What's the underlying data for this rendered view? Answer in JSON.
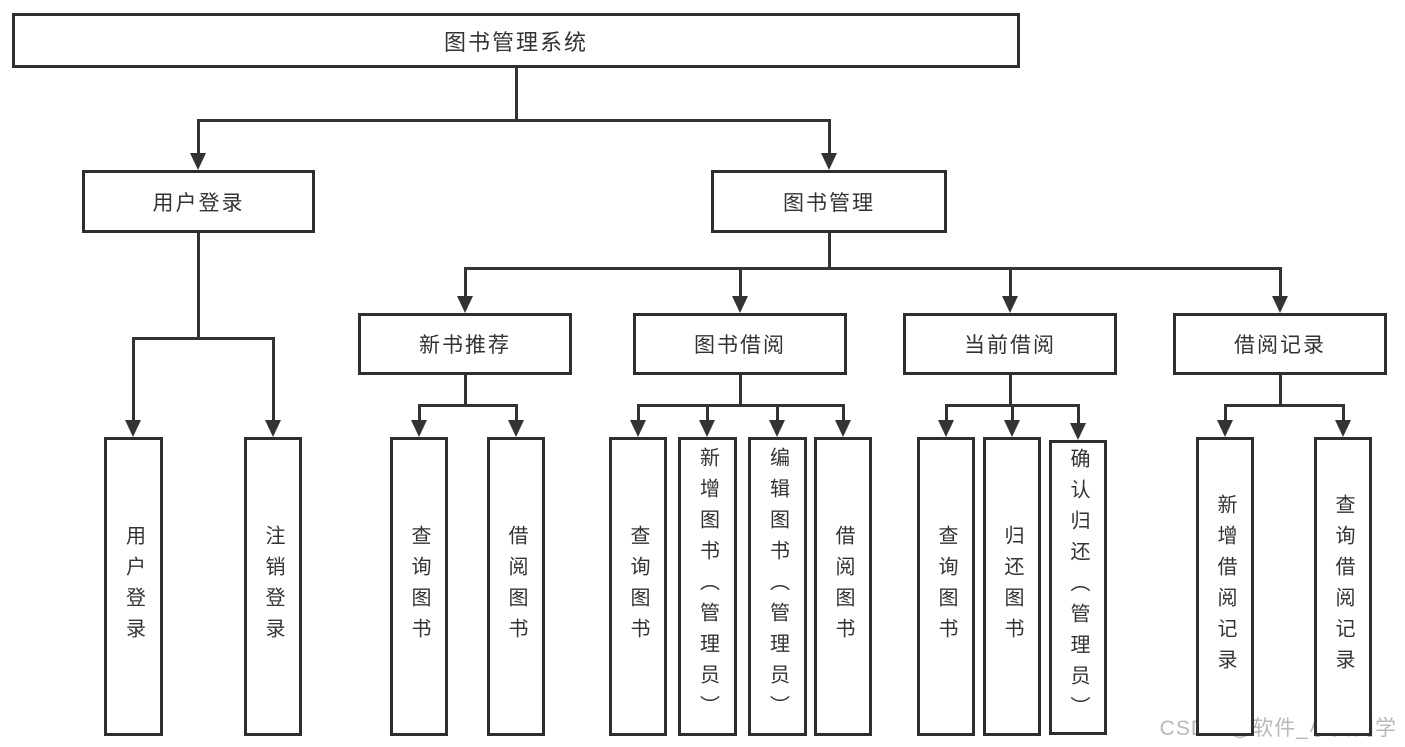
{
  "diagram": {
    "title": "图书管理系统",
    "watermark": "CSDN @软件_小贺同学",
    "colors": {
      "line": "#333333",
      "box_border": "#2e2e2e",
      "box_bg": "#ffffff",
      "text": "#333333",
      "watermark": "#b8b8b8"
    },
    "nodes": [
      {
        "id": "root",
        "label": "图书管理系统",
        "level": 1,
        "parent": null
      },
      {
        "id": "user-login",
        "label": "用户登录",
        "level": 2,
        "parent": "root"
      },
      {
        "id": "book-mgmt",
        "label": "图书管理",
        "level": 2,
        "parent": "root"
      },
      {
        "id": "new-book-rec",
        "label": "新书推荐",
        "level": 3,
        "parent": "book-mgmt"
      },
      {
        "id": "book-borrow",
        "label": "图书借阅",
        "level": 3,
        "parent": "book-mgmt"
      },
      {
        "id": "current-borrow",
        "label": "当前借阅",
        "level": 3,
        "parent": "book-mgmt"
      },
      {
        "id": "borrow-record",
        "label": "借阅记录",
        "level": 3,
        "parent": "book-mgmt"
      },
      {
        "id": "user-login-leaf",
        "label": "用户登录",
        "level": 4,
        "parent": "user-login"
      },
      {
        "id": "logout-leaf",
        "label": "注销登录",
        "level": 4,
        "parent": "user-login"
      },
      {
        "id": "nbr-query",
        "label": "查询图书",
        "level": 4,
        "parent": "new-book-rec"
      },
      {
        "id": "nbr-borrow",
        "label": "借阅图书",
        "level": 4,
        "parent": "new-book-rec"
      },
      {
        "id": "bb-query",
        "label": "查询图书",
        "level": 4,
        "parent": "book-borrow"
      },
      {
        "id": "bb-add",
        "label": "新增图书（管理员）",
        "level": 4,
        "parent": "book-borrow"
      },
      {
        "id": "bb-edit",
        "label": "编辑图书（管理员）",
        "level": 4,
        "parent": "book-borrow"
      },
      {
        "id": "bb-borrow",
        "label": "借阅图书",
        "level": 4,
        "parent": "book-borrow"
      },
      {
        "id": "cb-query",
        "label": "查询图书",
        "level": 4,
        "parent": "current-borrow"
      },
      {
        "id": "cb-return",
        "label": "归还图书",
        "level": 4,
        "parent": "current-borrow"
      },
      {
        "id": "cb-confirm",
        "label": "确认归还（管理员）",
        "level": 4,
        "parent": "current-borrow"
      },
      {
        "id": "br-add",
        "label": "新增借阅记录",
        "level": 4,
        "parent": "borrow-record"
      },
      {
        "id": "br-query",
        "label": "查询借阅记录",
        "level": 4,
        "parent": "borrow-record"
      }
    ]
  }
}
